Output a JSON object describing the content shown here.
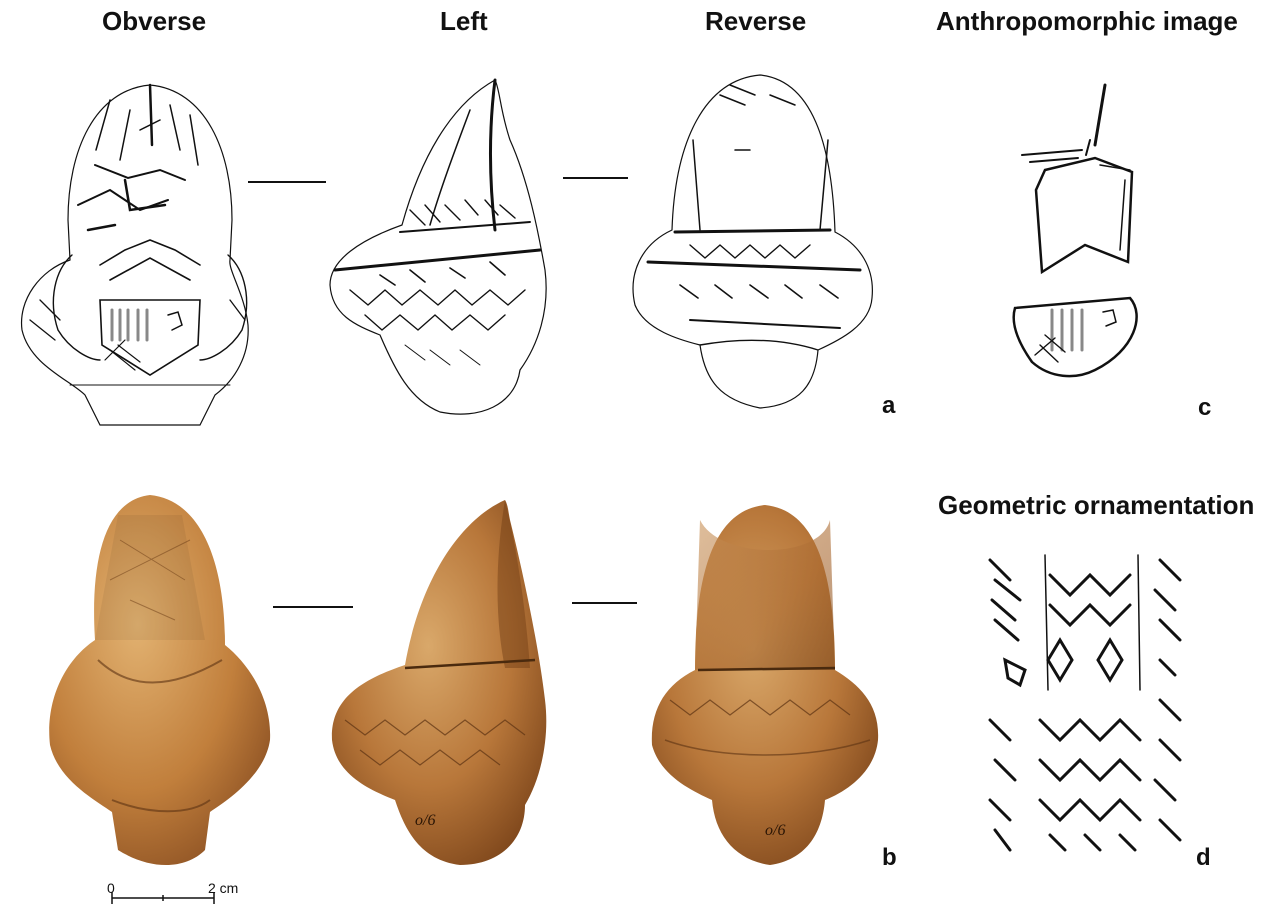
{
  "figure": {
    "view_headings": {
      "obverse": "Obverse",
      "left": "Left",
      "reverse": "Reverse",
      "anthropomorphic": "Anthropomorphic image",
      "geometric": "Geometric ornamentation"
    },
    "panel_letters": {
      "a": "a",
      "b": "b",
      "c": "c",
      "d": "d"
    },
    "scale_bar": {
      "start": "0",
      "end": "2 cm"
    },
    "colors": {
      "ink": "#111111",
      "ivory_dark": "#8a4f22",
      "ivory_mid": "#b8773a",
      "ivory_light": "#d9a86a"
    }
  }
}
